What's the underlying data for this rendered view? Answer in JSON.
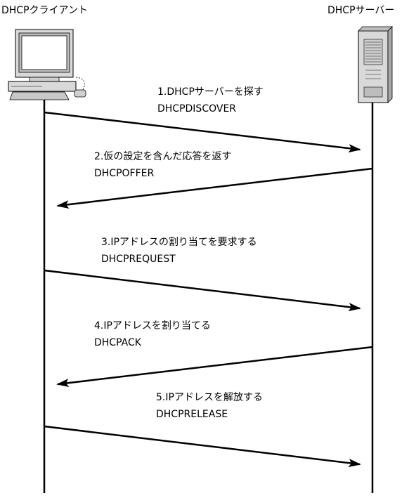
{
  "participants": {
    "client": {
      "label": "DHCPクライアント",
      "icon": "desktop-computer-icon"
    },
    "server": {
      "label": "DHCPサーバー",
      "icon": "tower-server-icon"
    }
  },
  "messages": [
    {
      "step": "1.DHCPサーバーを探す",
      "name": "DHCPDISCOVER",
      "direction": "client-to-server"
    },
    {
      "step": "2.仮の設定を含んだ応答を返す",
      "name": "DHCPOFFER",
      "direction": "server-to-client"
    },
    {
      "step": "3.IPアドレスの割り当てを要求する",
      "name": "DHCPREQUEST",
      "direction": "client-to-server"
    },
    {
      "step": "4.IPアドレスを割り当てる",
      "name": "DHCPACK",
      "direction": "server-to-client"
    },
    {
      "step": "5.IPアドレスを解放する",
      "name": "DHCPRELEASE",
      "direction": "client-to-server"
    }
  ]
}
